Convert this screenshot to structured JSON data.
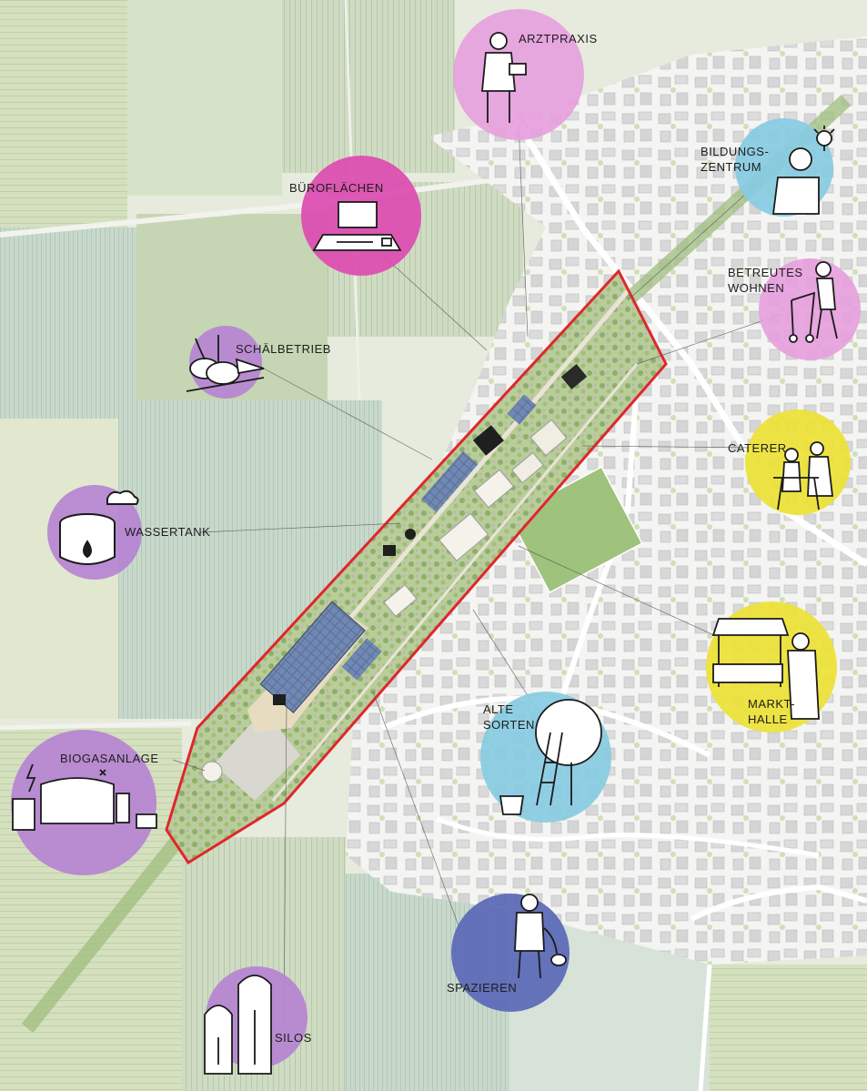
{
  "colors": {
    "outline": "#e0262d",
    "magenta": "#dc4fb1",
    "pink": "#e69fdd",
    "violet": "#b683d3",
    "blue": "#87cbe2",
    "yellow": "#ece23a",
    "navy": "#5d6cb7"
  },
  "pois": [
    {
      "id": "arztpraxis",
      "label": "ARZTPRAXIS",
      "color": "pink",
      "icon": "doctor-icon"
    },
    {
      "id": "bildungszentrum",
      "label": "BILDUNGS-\nZENTRUM",
      "color": "blue",
      "icon": "thinker-lightbulb-icon"
    },
    {
      "id": "bueroflaechen",
      "label": "BÜROFLÄCHEN",
      "color": "magenta",
      "icon": "computer-desk-icon"
    },
    {
      "id": "betreutes-wohnen",
      "label": "BETREUTES\nWOHNEN",
      "color": "pink",
      "icon": "walker-person-icon"
    },
    {
      "id": "schaelbetrieb",
      "label": "SCHÄLBETRIEB",
      "color": "violet",
      "icon": "vegetables-icon"
    },
    {
      "id": "caterer",
      "label": "CATERER",
      "color": "yellow",
      "icon": "people-at-table-icon"
    },
    {
      "id": "wassertank",
      "label": "WASSERTANK",
      "color": "violet",
      "icon": "water-tank-icon"
    },
    {
      "id": "markthalle",
      "label": "MARKT-\nHALLE",
      "color": "yellow",
      "icon": "market-stall-icon"
    },
    {
      "id": "alte-sorten",
      "label": "ALTE\nSORTEN",
      "color": "blue",
      "icon": "apple-tree-ladder-icon"
    },
    {
      "id": "biogasanlage",
      "label": "BIOGASANLAGE",
      "color": "violet",
      "icon": "biogas-plant-icon"
    },
    {
      "id": "spazieren",
      "label": "SPAZIEREN",
      "color": "navy",
      "icon": "walker-with-dog-icon"
    },
    {
      "id": "silos",
      "label": "SILOS",
      "color": "violet",
      "icon": "silos-icon"
    }
  ]
}
